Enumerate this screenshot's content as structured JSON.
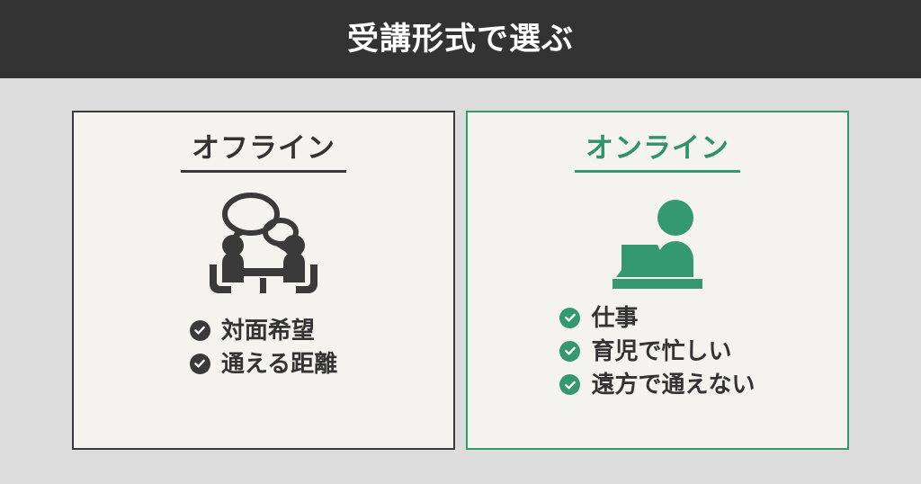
{
  "header": {
    "title": "受講形式で選ぶ",
    "background_color": "#333333",
    "text_color": "#ffffff"
  },
  "page": {
    "background_color": "#dcdcdc"
  },
  "cards": [
    {
      "id": "offline",
      "title": "オフライン",
      "accent_color": "#3a3a3a",
      "background_color": "#f4f3ee",
      "icon": "two-people-talking-at-table-icon",
      "items": [
        {
          "check_icon": "check-circle-icon",
          "label": "対面希望"
        },
        {
          "check_icon": "check-circle-icon",
          "label": "通える距離"
        }
      ]
    },
    {
      "id": "online",
      "title": "オンライン",
      "accent_color": "#35996f",
      "background_color": "#f4f3ee",
      "icon": "person-at-laptop-icon",
      "items": [
        {
          "check_icon": "check-circle-icon",
          "label": "仕事"
        },
        {
          "check_icon": "check-circle-icon",
          "label": "育児で忙しい"
        },
        {
          "check_icon": "check-circle-icon",
          "label": "遠方で通えない"
        }
      ]
    }
  ]
}
